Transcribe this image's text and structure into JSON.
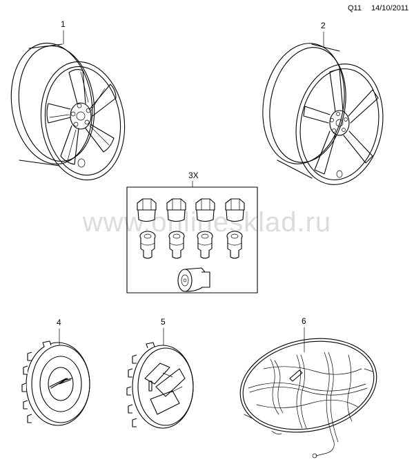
{
  "header": {
    "code": "Q11",
    "date": "14/10/2011"
  },
  "watermark": "www.onlinesklad.ru",
  "callouts": {
    "c1": "1",
    "c2": "2",
    "kit_qty": "3X",
    "c4": "4",
    "c5": "5",
    "c6": "6"
  },
  "icons": [
    "alloy-wheel-icon",
    "lock-nut-icon",
    "center-cap-icon",
    "snow-chain-icon"
  ]
}
